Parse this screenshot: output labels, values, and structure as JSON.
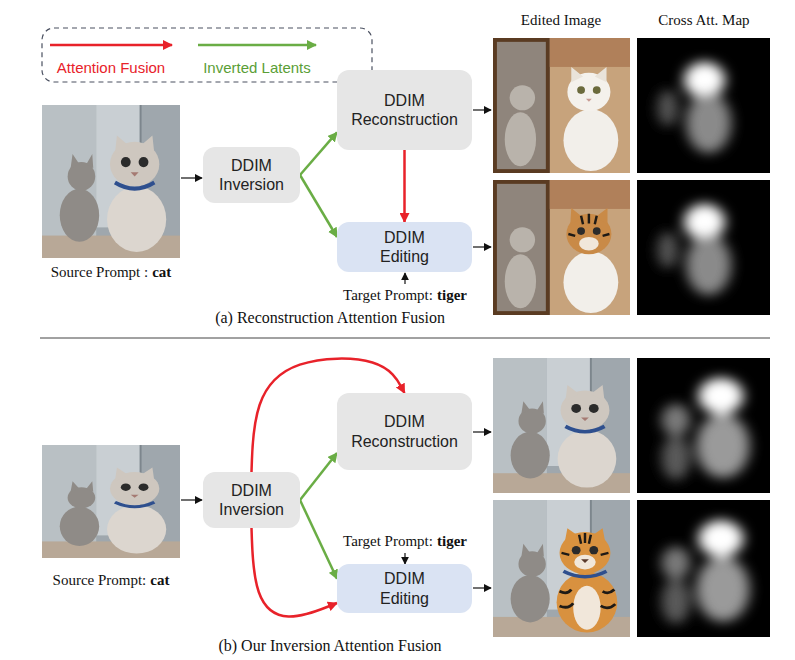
{
  "diagram": {
    "nodes": [
      {
        "text": [
          "DDIM Inversion"
        ]
      },
      {
        "text": [
          "DDIM Reconstruction"
        ]
      },
      {
        "text": [
          "DDIM Editing"
        ]
      },
      {
        "text": [
          "DDIM Inversion"
        ]
      },
      {
        "text": [
          "DDIM Reconstruction"
        ]
      },
      {
        "text": [
          "DDIM Editing"
        ]
      }
    ],
    "edges": [
      {
        "from": 0,
        "to": 1,
        "arrow": "to"
      },
      {
        "from": 0,
        "to": 2,
        "arrow": "to"
      },
      {
        "from": 1,
        "to": 2,
        "arrow": "to"
      },
      {
        "from": 3,
        "to": 4,
        "arrow": "to"
      },
      {
        "from": 3,
        "to": 5,
        "arrow": "to"
      },
      {
        "from": 3,
        "to": 4,
        "arrow": "to"
      },
      {
        "from": 3,
        "to": 5,
        "arrow": "to"
      }
    ],
    "labels": [
      "Edited Image",
      "Cross Att. Map",
      "Source Prompt :",
      "cat",
      "Target Prompt:",
      "tiger",
      "(a) Reconstruction Attention Fusion",
      "Source Prompt:",
      "cat",
      "Target Prompt:",
      "tiger",
      "(b) Our Inversion Attention Fusion"
    ],
    "legend": [
      {
        "text": "Attention Fusion"
      },
      {
        "text": "Inverted Latents"
      }
    ]
  }
}
